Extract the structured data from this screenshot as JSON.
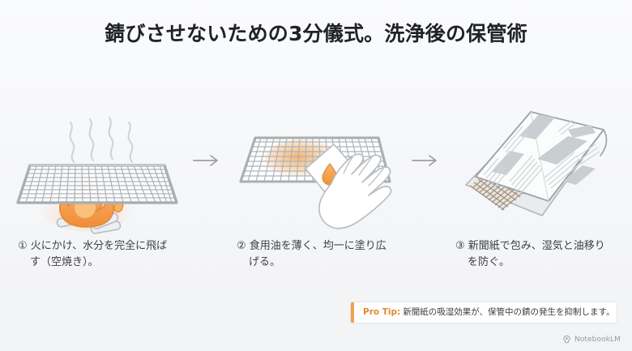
{
  "slide": {
    "title": "錆びさせないための3分儀式。洗浄後の保管術",
    "background_color": "#f7f8f9",
    "accent_color": "#f0a050",
    "text_color": "#3c4043"
  },
  "steps": [
    {
      "number": "①",
      "caption": "① 火にかけ、水分を完全に飛ばす（空焼き）。",
      "illustration": "grill-over-fire-icon",
      "illustration_elements": [
        "wire-grill-mesh",
        "steam-wisps",
        "campfire-flame",
        "firewood-logs"
      ]
    },
    {
      "number": "②",
      "caption": "② 食用油を薄く、均一に塗り広げる。",
      "illustration": "hand-wiping-oil-icon",
      "illustration_elements": [
        "wire-grill-mesh",
        "oil-smear",
        "paper-towel",
        "oil-droplet",
        "hand"
      ]
    },
    {
      "number": "③",
      "caption": "③ 新聞紙で包み、湿気と油移りを防ぐ。",
      "illustration": "newspaper-wrapped-grill-icon",
      "illustration_elements": [
        "folded-newspaper",
        "wrapped-grill-edge"
      ]
    }
  ],
  "arrows": [
    {
      "label": "→",
      "name": "step-arrow-1"
    },
    {
      "label": "→",
      "name": "step-arrow-2"
    }
  ],
  "pro_tip": {
    "label": "Pro Tip:",
    "text": "新聞紙の吸湿効果が、保管中の錆の発生を抑制します。",
    "accent_color": "#f0a050",
    "label_color": "#e08a2e"
  },
  "footer": {
    "brand": "NotebookLM",
    "icon": "notebooklm-logo-icon"
  }
}
